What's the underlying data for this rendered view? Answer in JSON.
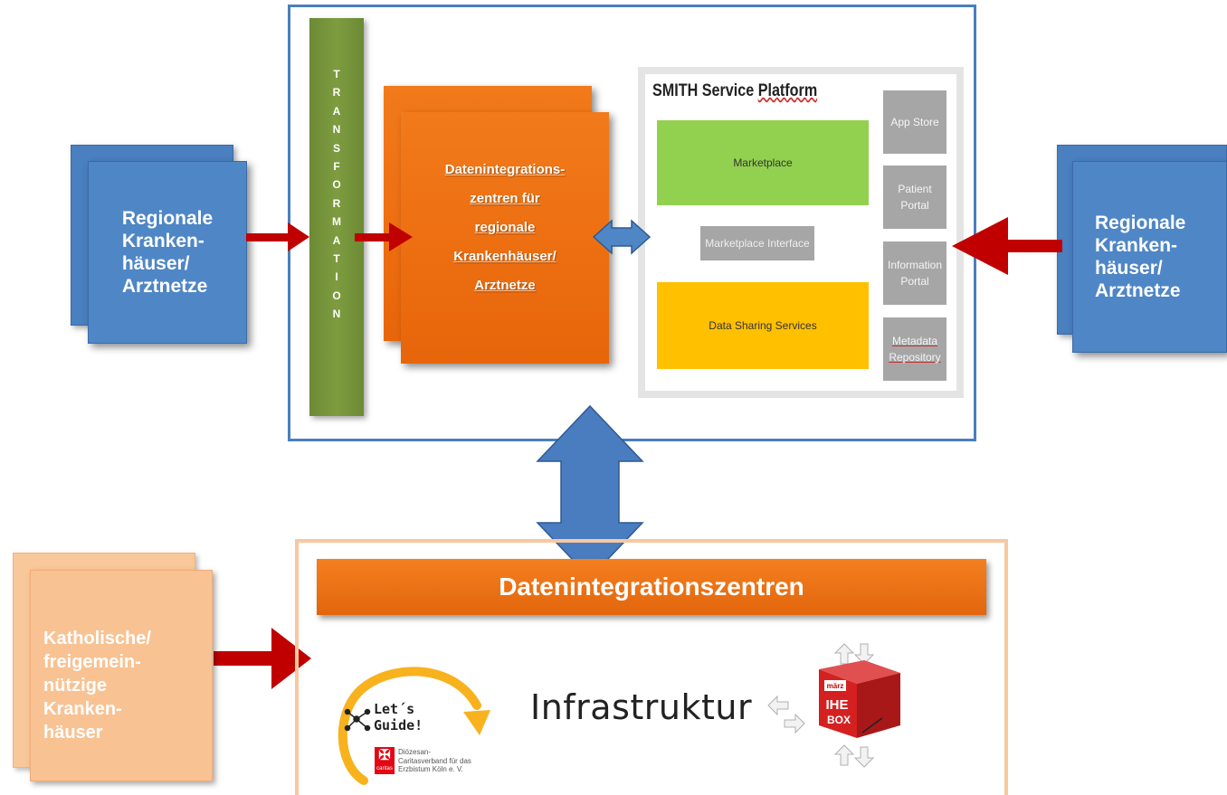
{
  "left_box": {
    "label": "Regionale\nKranken-\nhäuser/\nArztnetze"
  },
  "right_box": {
    "label": "Regionale\nKranken-\nhäuser/\nArztnetze"
  },
  "transformation": {
    "letters": [
      "T",
      "R",
      "A",
      "N",
      "S",
      "F",
      "O",
      "R",
      "M",
      "A",
      "T",
      "I",
      "O",
      "N"
    ]
  },
  "orange_box": {
    "label": "Datenintegrations-\nzentren für\nregionale\nKrankenhäuser/\nArztnetze"
  },
  "platform": {
    "title_prefix": "SMITH Service ",
    "title_underlined": "Platform",
    "marketplace": "Marketplace",
    "marketplace_interface": "Marketplace Interface",
    "data_sharing": "Data Sharing Services",
    "side_buttons": [
      "App Store",
      "Patient Portal",
      "Information\nPortal",
      "Metadata\nRepository"
    ]
  },
  "bottom": {
    "banner": "Datenintegrationszentren",
    "infrastruktur": "Infrastruktur",
    "lets_guide": "Let´s\nGuide!",
    "caritas_text": "Diözesan-\nCaritasverband für das\nErzbistum Köln e. V.",
    "caritas_logo": "caritas",
    "ihe_label": "IHE",
    "ihe_box": "BOX",
    "ihe_brand": "märz"
  },
  "peach_box": {
    "label": "Katholische/\nfreigemein-\nnützige\nKranken-\nhäuser"
  },
  "colors": {
    "blue": "#4f86c6",
    "orange": "#ef7215",
    "green_bar": "#77933c",
    "marketplace_green": "#92d050",
    "data_sharing_yellow": "#ffc000",
    "arrow_red": "#c00000",
    "peach": "#f9c293"
  }
}
